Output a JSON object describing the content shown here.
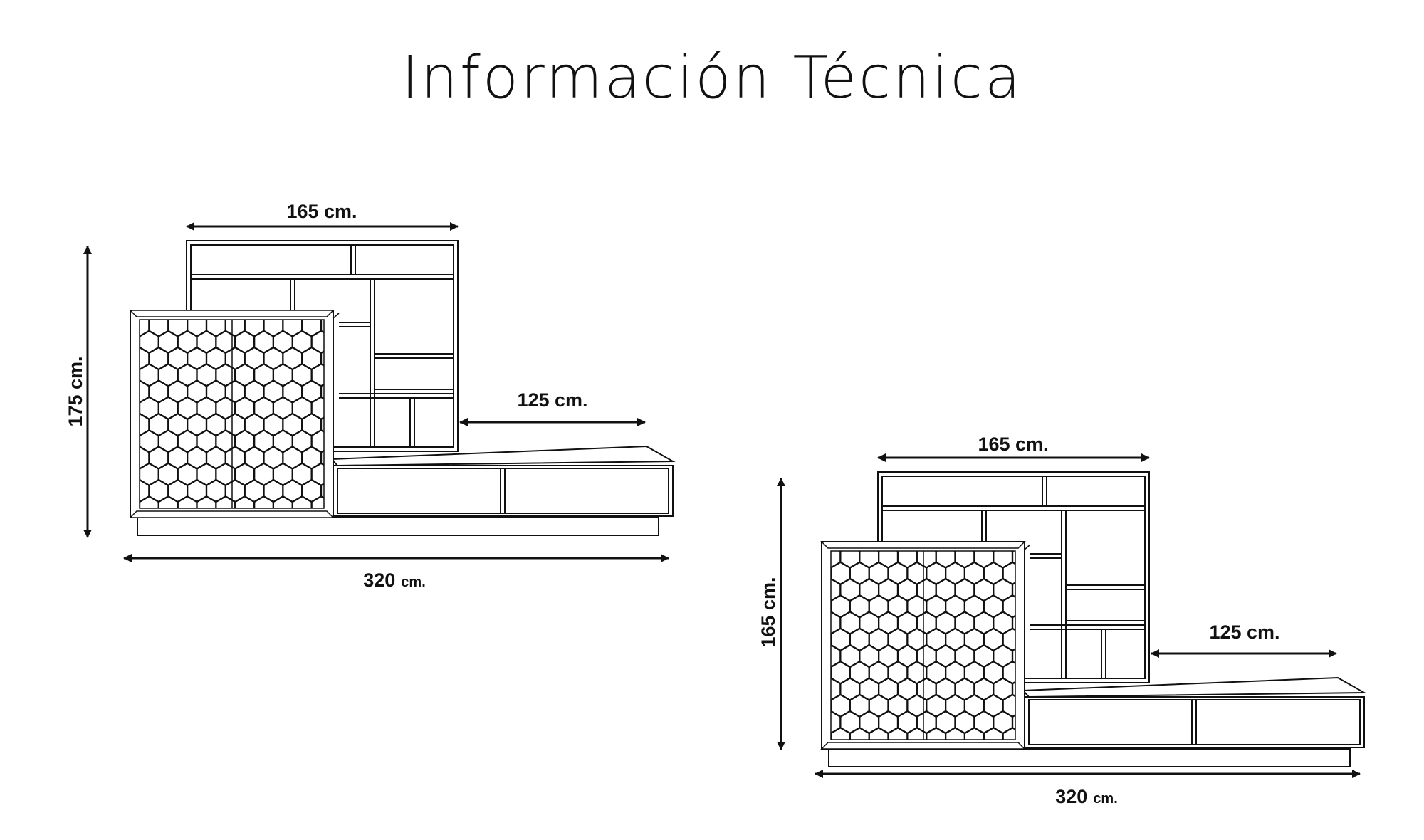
{
  "title": "Información Técnica",
  "colors": {
    "line": "#111111",
    "background": "#ffffff"
  },
  "units_num": "cm.",
  "configurations": [
    {
      "name": "config-a",
      "dims": {
        "top_width_value": "165",
        "top_width_unit": "cm.",
        "height_value": "175",
        "height_unit": "cm.",
        "side_width_value": "125",
        "side_width_unit": "cm.",
        "total_width_value": "320",
        "total_width_unit": "cm."
      }
    },
    {
      "name": "config-b",
      "dims": {
        "top_width_value": "165",
        "top_width_unit": "cm.",
        "height_value": "165",
        "height_unit": "cm.",
        "side_width_value": "125",
        "side_width_unit": "cm.",
        "total_width_value": "320",
        "total_width_unit": "cm."
      }
    }
  ]
}
